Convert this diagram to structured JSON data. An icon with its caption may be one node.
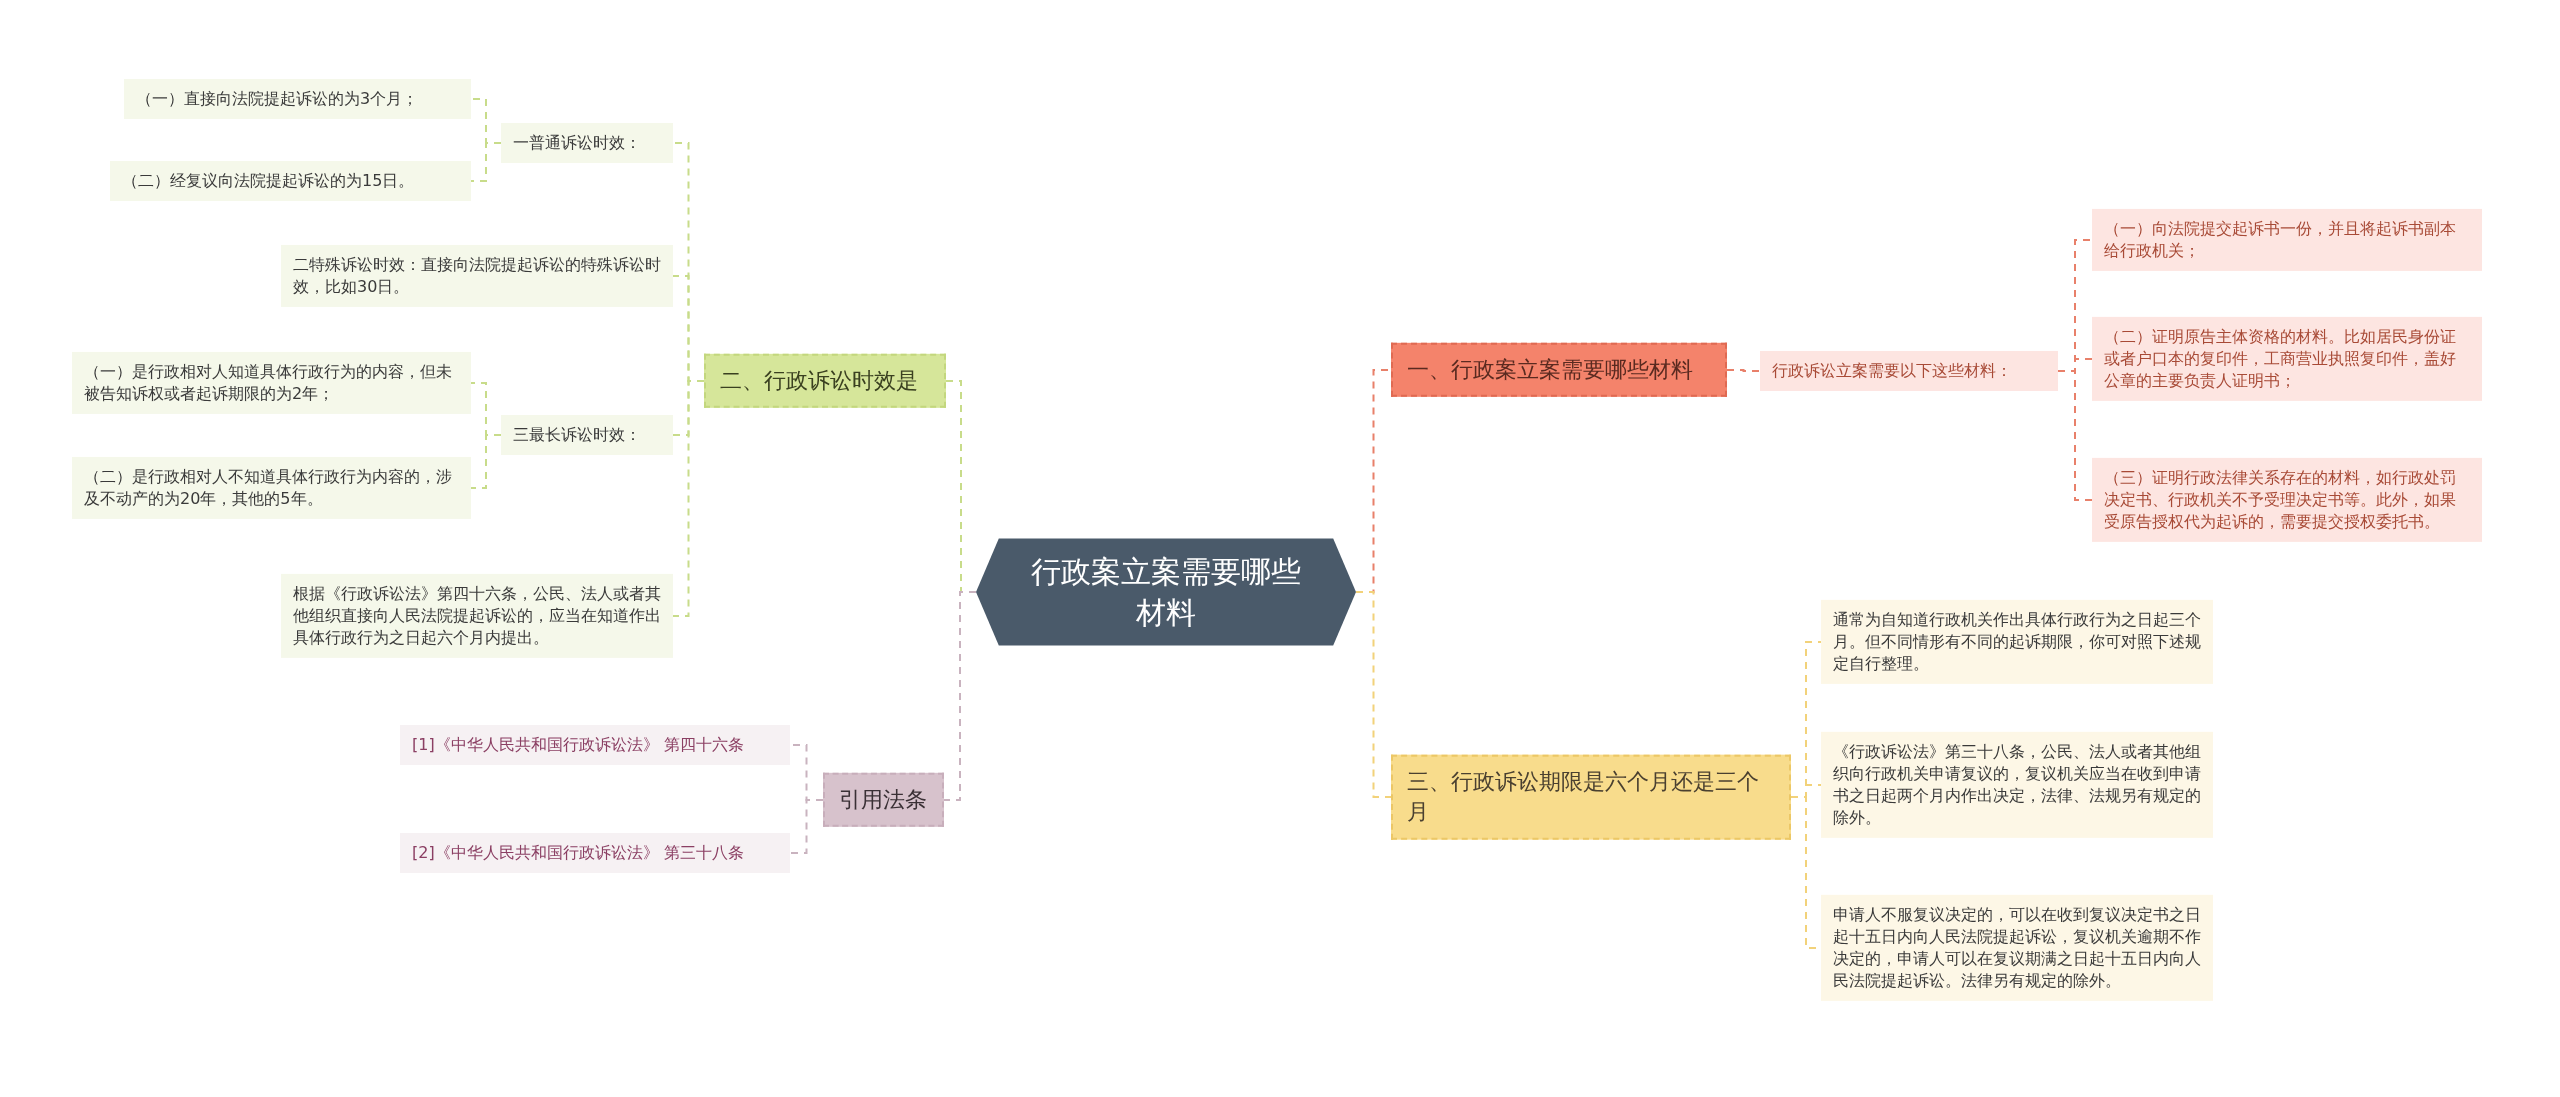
{
  "diagram": {
    "nodes": [
      {
        "text": [
          "行政案立案需要哪些材料"
        ]
      },
      {
        "text": [
          "一、行政案立案需要哪些材料"
        ]
      },
      {
        "text": [
          "行政诉讼立案需要以下这些材料："
        ]
      },
      {
        "text": [
          "（一）向法院提交起诉书一份，并且将起诉书副本给行政机关；"
        ]
      },
      {
        "text": [
          "（二）证明原告主体资格的材料。比如居民身份证或者户口本的复印件，工商营业执照复印件，盖好公章的主要负责人证明书；"
        ]
      },
      {
        "text": [
          "（三）证明行政法律关系存在的材料，如行政处罚决定书、行政机关不予受理决定书等。此外，如果受原告授权代为起诉的，需要提交授权委托书。"
        ]
      },
      {
        "text": [
          "三、行政诉讼期限是六个月还是三个月"
        ]
      },
      {
        "text": [
          "通常为自知道行政机关作出具体行政行为之日起三个月。但不同情形有不同的起诉期限，你可对照下述规定自行整理。"
        ]
      },
      {
        "text": [
          "《行政诉讼法》第三十八条，公民、法人或者其他组织向行政机关申请复议的，复议机关应当在收到申请书之日起两个月内作出决定，法律、法规另有规定的除外。"
        ]
      },
      {
        "text": [
          "申请人不服复议决定的，可以在收到复议决定书之日起十五日内向人民法院提起诉讼，复议机关逾期不作决定的，申请人可以在复议期满之日起十五日内向人民法院提起诉讼。法律另有规定的除外。"
        ]
      },
      {
        "text": [
          "二、行政诉讼时效是"
        ]
      },
      {
        "text": [
          "一普通诉讼时效："
        ]
      },
      {
        "text": [
          "（一）直接向法院提起诉讼的为3个月；"
        ]
      },
      {
        "text": [
          "（二）经复议向法院提起诉讼的为15日。"
        ]
      },
      {
        "text": [
          "二特殊诉讼时效：直接向法院提起诉讼的特殊诉讼时效，比如30日。"
        ]
      },
      {
        "text": [
          "三最长诉讼时效："
        ]
      },
      {
        "text": [
          "（一）是行政相对人知道具体行政行为的内容，但未被告知诉权或者起诉期限的为2年；"
        ]
      },
      {
        "text": [
          "（二）是行政相对人不知道具体行政行为内容的，涉及不动产的为20年，其他的5年。"
        ]
      },
      {
        "text": [
          "根据《行政诉讼法》第四十六条，公民、法人或者其他组织直接向人民法院提起诉讼的，应当在知道作出具体行政行为之日起六个月内提出。"
        ]
      },
      {
        "text": [
          "引用法条"
        ]
      },
      {
        "text": [
          "[1]《中华人民共和国行政诉讼法》 第四十六条"
        ]
      },
      {
        "text": [
          "[2]《中华人民共和国行政诉讼法》 第三十八条"
        ]
      }
    ],
    "edges": [
      {
        "from": 0,
        "to": 1,
        "arrow": "none",
        "style": "dashed",
        "color": "#e8806a"
      },
      {
        "from": 1,
        "to": 2,
        "arrow": "none",
        "style": "dashed",
        "color": "#e8806a"
      },
      {
        "from": 2,
        "to": 3,
        "arrow": "none",
        "style": "dashed",
        "color": "#e8806a"
      },
      {
        "from": 2,
        "to": 4,
        "arrow": "none",
        "style": "dashed",
        "color": "#e8806a"
      },
      {
        "from": 2,
        "to": 5,
        "arrow": "none",
        "style": "dashed",
        "color": "#e8806a"
      },
      {
        "from": 0,
        "to": 6,
        "arrow": "none",
        "style": "dashed",
        "color": "#f2d27a"
      },
      {
        "from": 6,
        "to": 7,
        "arrow": "none",
        "style": "dashed",
        "color": "#f2d27a"
      },
      {
        "from": 6,
        "to": 8,
        "arrow": "none",
        "style": "dashed",
        "color": "#f2d27a"
      },
      {
        "from": 6,
        "to": 9,
        "arrow": "none",
        "style": "dashed",
        "color": "#f2d27a"
      },
      {
        "from": 0,
        "to": 10,
        "arrow": "none",
        "style": "dashed"
      },
      {
        "from": 10,
        "to": 11,
        "arrow": "none",
        "style": "dashed"
      },
      {
        "from": 11,
        "to": 12,
        "arrow": "none",
        "style": "dashed"
      },
      {
        "from": 11,
        "to": 13,
        "arrow": "none",
        "style": "dashed"
      },
      {
        "from": 10,
        "to": 14,
        "arrow": "none",
        "style": "dashed"
      },
      {
        "from": 10,
        "to": 15,
        "arrow": "none",
        "style": "dashed"
      },
      {
        "from": 15,
        "to": 16,
        "arrow": "none",
        "style": "dashed"
      },
      {
        "from": 15,
        "to": 17,
        "arrow": "none",
        "style": "dashed"
      },
      {
        "from": 10,
        "to": 18,
        "arrow": "none",
        "style": "dashed"
      },
      {
        "from": 0,
        "to": 19,
        "arrow": "none",
        "style": "dashed",
        "color": "#c9b3bf"
      },
      {
        "from": 19,
        "to": 20,
        "arrow": "none",
        "style": "dashed",
        "color": "#c9b3bf"
      },
      {
        "from": 19,
        "to": 21,
        "arrow": "none",
        "style": "dashed",
        "color": "#c9b3bf"
      }
    ]
  }
}
